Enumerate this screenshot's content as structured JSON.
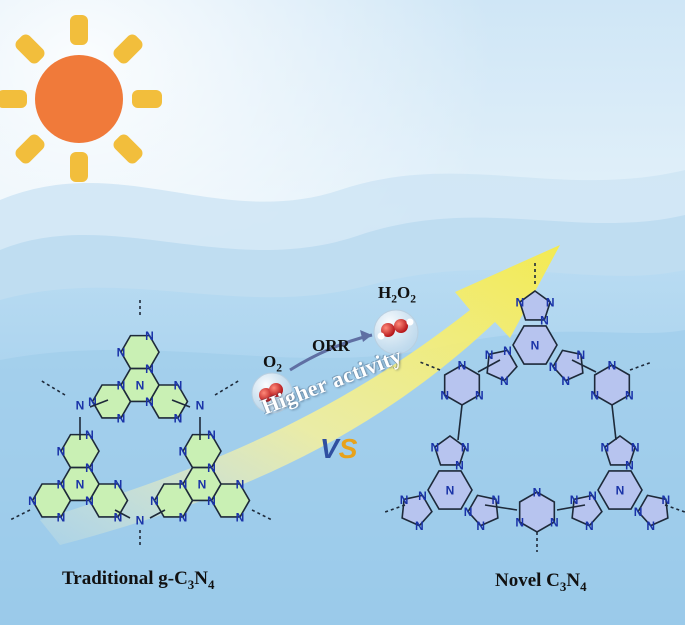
{
  "labels": {
    "traditional": {
      "main": "Traditional g-C",
      "sub1": "3",
      "mid": "N",
      "sub2": "4"
    },
    "novel": {
      "main": "Novel C",
      "sub1": "3",
      "mid": "N",
      "sub2": "4"
    },
    "orr": "ORR",
    "o2": {
      "main": "O",
      "sub": "2"
    },
    "h2o2": {
      "a": "H",
      "s1": "2",
      "b": "O",
      "s2": "2"
    },
    "higher_activity": "Higher activity",
    "vs": {
      "v": "V",
      "s": "S"
    }
  },
  "atoms": {
    "nitrogen": "N"
  },
  "colors": {
    "sun": "#f07a3a",
    "sun_rays": "#f2be3c",
    "sky_top": "#a9d2ee",
    "sea": "#9ccbea",
    "traditional_ring_fill": "#c9f0b4",
    "novel_ring_fill": "#b7c4ef",
    "arrow": "#f4ee6a",
    "bond": "#1e2a3a",
    "nitrogen": "#1a33a8"
  }
}
